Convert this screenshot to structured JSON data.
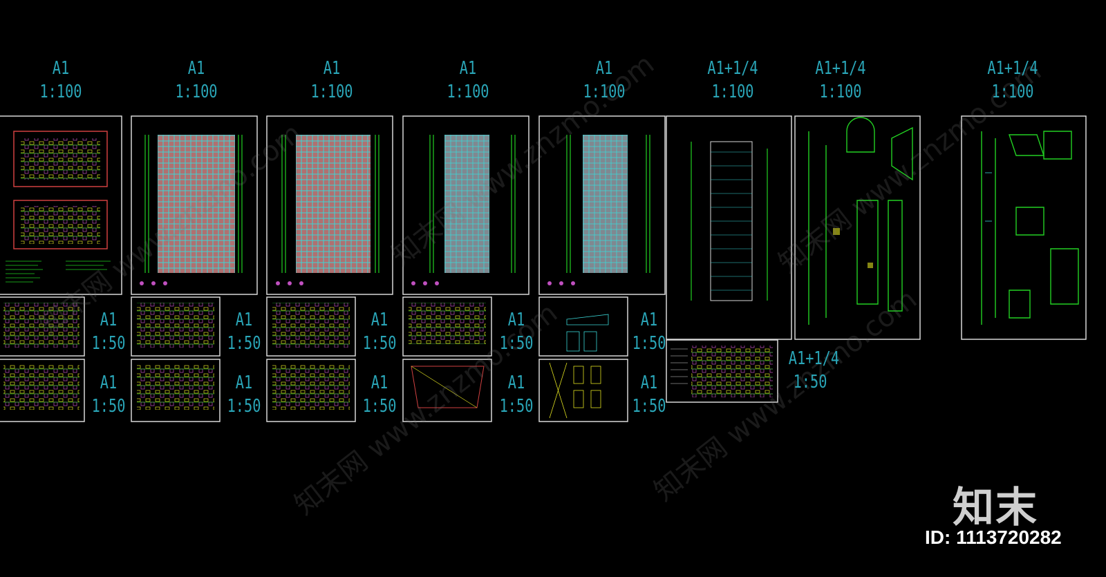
{
  "sheet_labels": {
    "s1": {
      "size": "A1",
      "scale": "1:100"
    },
    "s2": {
      "size": "A1",
      "scale": "1:100"
    },
    "s3": {
      "size": "A1",
      "scale": "1:100"
    },
    "s4": {
      "size": "A1",
      "scale": "1:100"
    },
    "s5": {
      "size": "A1",
      "scale": "1:100"
    },
    "s6": {
      "size": "A1+1/4",
      "scale": "1:100"
    },
    "s7": {
      "size": "A1+1/4",
      "scale": "1:100"
    },
    "s8": {
      "size": "A1+1/4",
      "scale": "1:100"
    },
    "p1a": {
      "size": "A1",
      "scale": "1:50"
    },
    "p1b": {
      "size": "A1",
      "scale": "1:50"
    },
    "p2a": {
      "size": "A1",
      "scale": "1:50"
    },
    "p2b": {
      "size": "A1",
      "scale": "1:50"
    },
    "p3a": {
      "size": "A1",
      "scale": "1:50"
    },
    "p3b": {
      "size": "A1",
      "scale": "1:50"
    },
    "p4a": {
      "size": "A1",
      "scale": "1:50"
    },
    "p4b": {
      "size": "A1",
      "scale": "1:50"
    },
    "p5a": {
      "size": "A1+1/4",
      "scale": "1:50"
    }
  },
  "watermark": "知末网 www.znzmo.com",
  "brand": {
    "logo_text": "知末"
  },
  "id_label": "ID: 1113720282",
  "colors": {
    "background": "#000000",
    "label": "#2aa6b8",
    "frame": "#d8d8d8",
    "green": "#22d022",
    "cyan": "#3ad6d6",
    "red": "#d04040",
    "magenta": "#c050c0",
    "yellow": "#e0e020"
  }
}
